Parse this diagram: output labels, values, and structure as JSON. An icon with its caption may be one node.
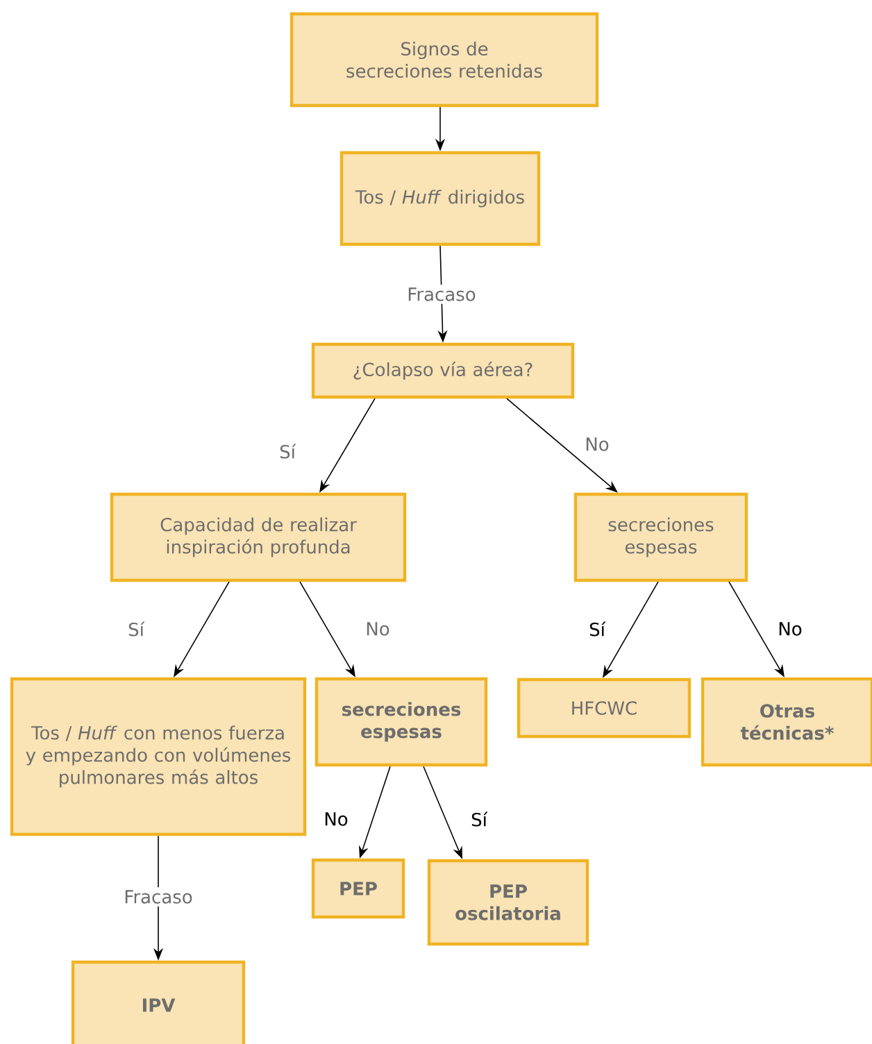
{
  "diagram": {
    "nodes": [
      {
        "text": [
          "Signos de secreciones retenidas"
        ]
      },
      {
        "text": [
          "Tos / *Huff* dirigidos"
        ]
      },
      {
        "text": [
          "¿Colapso vía aérea?"
        ]
      },
      {
        "text": [
          "Capacidad de realizar inspiración profunda"
        ]
      },
      {
        "text": [
          "secreciones espesas"
        ]
      },
      {
        "text": [
          "Tos / *Huff* con menos fuerza y empezando con volúmenes pulmonares más altos"
        ]
      },
      {
        "text": [
          "secreciones espesas"
        ]
      },
      {
        "text": [
          "HFCWC"
        ]
      },
      {
        "text": [
          "Otras técnicas*"
        ]
      },
      {
        "text": [
          "PEP"
        ]
      },
      {
        "text": [
          "PEP oscilatoria"
        ]
      },
      {
        "text": [
          "IPV"
        ]
      }
    ],
    "edges": [
      {
        "from": 0,
        "to": 1,
        "arrow": "to"
      },
      {
        "from": 1,
        "to": 2,
        "arrow": "to",
        "label": "Fracaso"
      },
      {
        "from": 2,
        "to": 3,
        "arrow": "to",
        "label": "Sí"
      },
      {
        "from": 2,
        "to": 4,
        "arrow": "to",
        "label": "No"
      },
      {
        "from": 3,
        "to": 5,
        "arrow": "to",
        "label": "Sí"
      },
      {
        "from": 3,
        "to": 6,
        "arrow": "to",
        "label": "No"
      },
      {
        "from": 4,
        "to": 7,
        "arrow": "to",
        "label": "Sí"
      },
      {
        "from": 4,
        "to": 8,
        "arrow": "to",
        "label": "No"
      },
      {
        "from": 6,
        "to": 9,
        "arrow": "to",
        "label": "No"
      },
      {
        "from": 6,
        "to": 10,
        "arrow": "to",
        "label": "Sí"
      },
      {
        "from": 5,
        "to": 11,
        "arrow": "to",
        "label": "Fracaso"
      }
    ]
  }
}
